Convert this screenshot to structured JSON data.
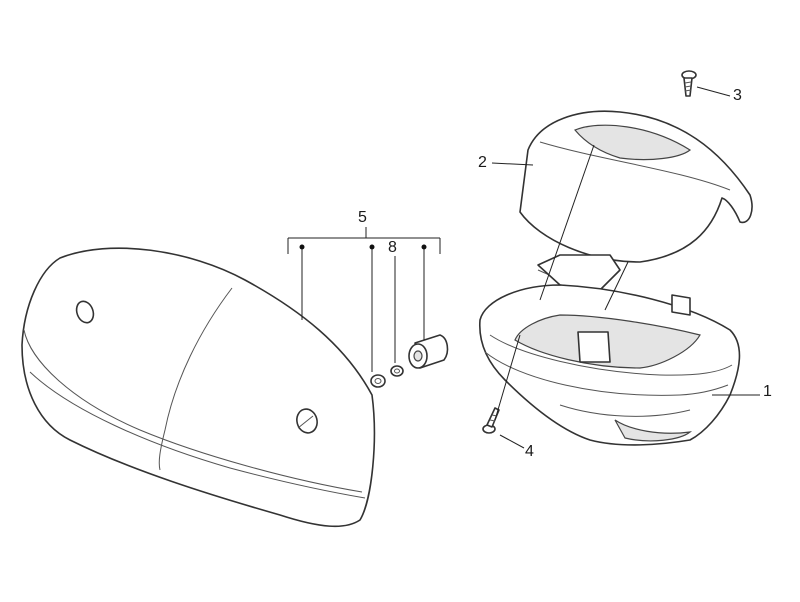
{
  "diagram": {
    "callouts": {
      "part_1": "1",
      "part_2": "2",
      "part_3": "3",
      "part_4": "4",
      "part_5": "5",
      "part_8": "8"
    },
    "colors": {
      "line": "#333333",
      "fill": "#ffffff",
      "shade": "#e4e4e4"
    }
  }
}
